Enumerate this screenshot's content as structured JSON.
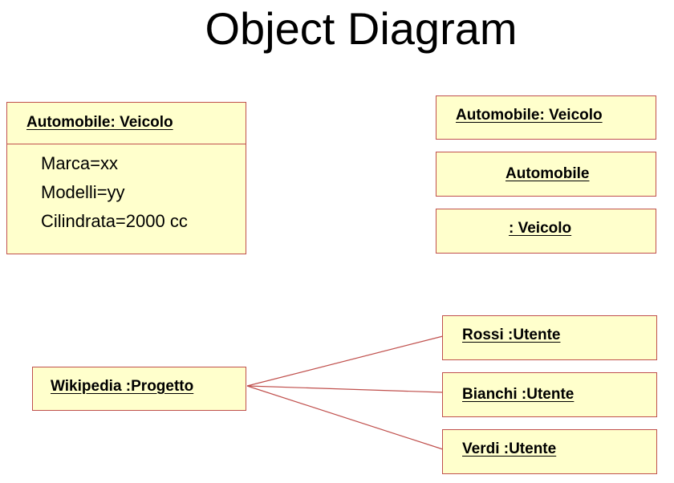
{
  "title": "Object Diagram",
  "colors": {
    "box_fill": "#ffffcc",
    "box_border": "#c0504d",
    "link_line": "#c0504d",
    "text": "#000000"
  },
  "full_object": {
    "name": "Automobile: Veicolo",
    "attributes": [
      "Marca=xx",
      "Modelli=yy",
      "Cilindrata=2000 cc"
    ]
  },
  "notation_variants": [
    "Automobile: Veicolo",
    "Automobile",
    ": Veicolo"
  ],
  "project_object": {
    "name": "Wikipedia :Progetto"
  },
  "user_objects": [
    "Rossi :Utente",
    "Bianchi :Utente",
    "Verdi :Utente"
  ]
}
